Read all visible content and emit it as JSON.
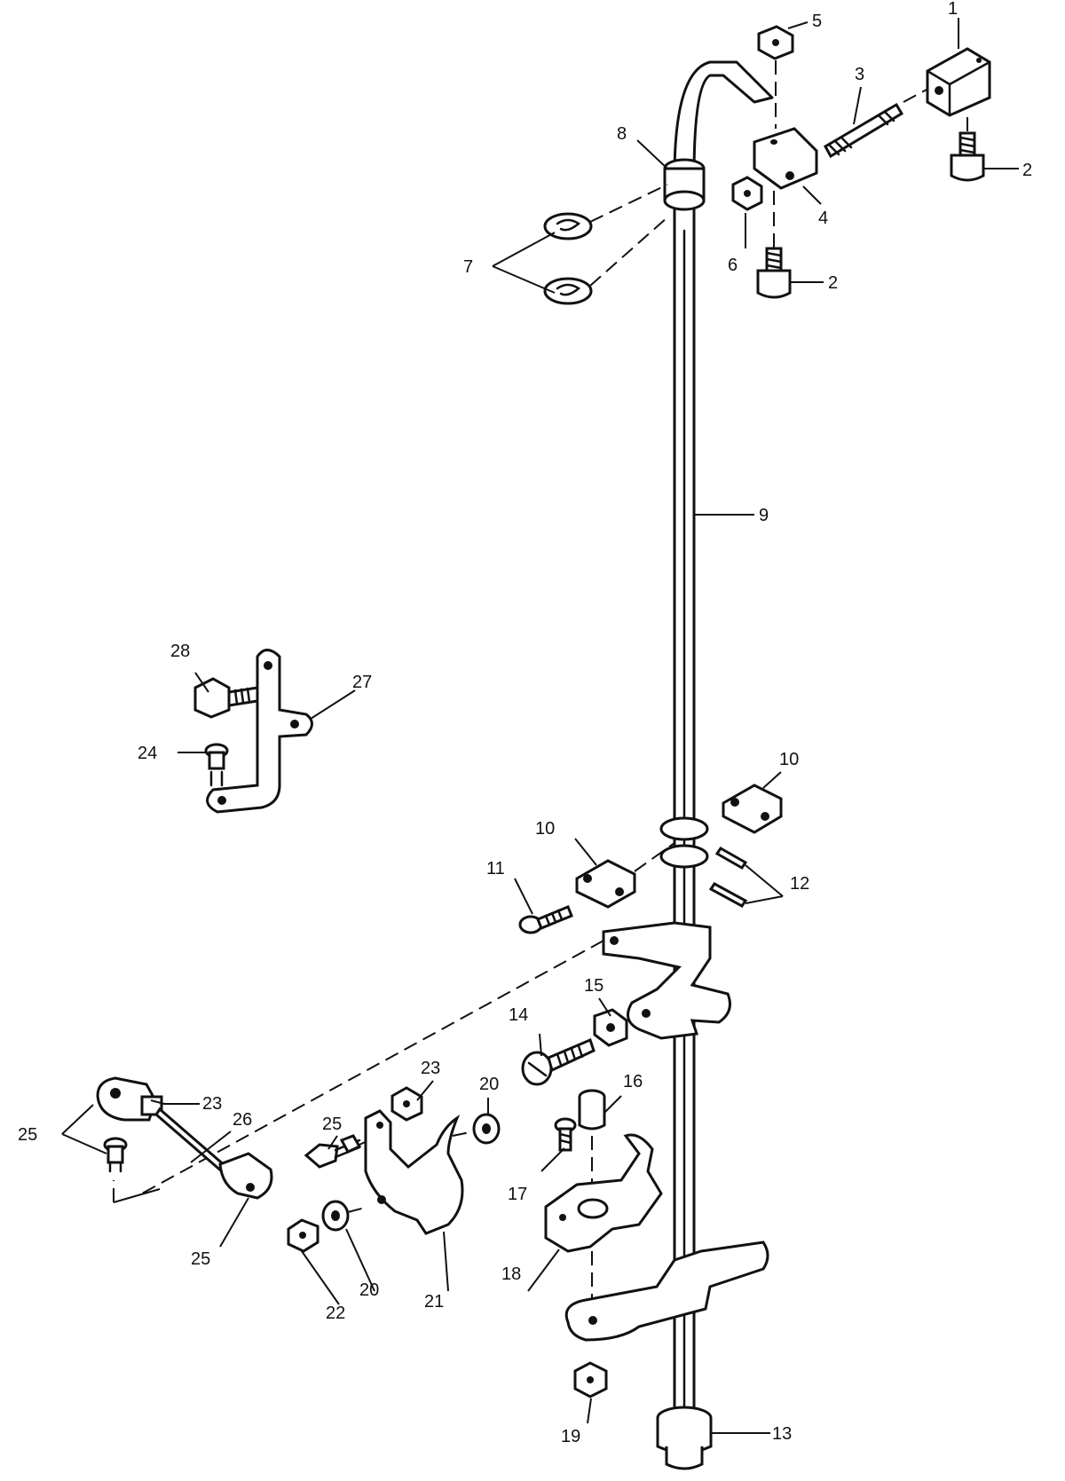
{
  "diagram": {
    "callouts": {
      "c1": "1",
      "c2a": "2",
      "c2b": "2",
      "c3": "3",
      "c4": "4",
      "c5": "5",
      "c6": "6",
      "c7": "7",
      "c8": "8",
      "c9": "9",
      "c10a": "10",
      "c10b": "10",
      "c11": "11",
      "c12": "12",
      "c13": "13",
      "c14": "14",
      "c15": "15",
      "c16": "16",
      "c17": "17",
      "c18": "18",
      "c19": "19",
      "c20a": "20",
      "c20b": "20",
      "c21": "21",
      "c22": "22",
      "c23a": "23",
      "c23b": "23",
      "c24": "24",
      "c25a": "25",
      "c25b": "25",
      "c25c": "25",
      "c26": "26",
      "c27": "27",
      "c28": "28"
    }
  }
}
